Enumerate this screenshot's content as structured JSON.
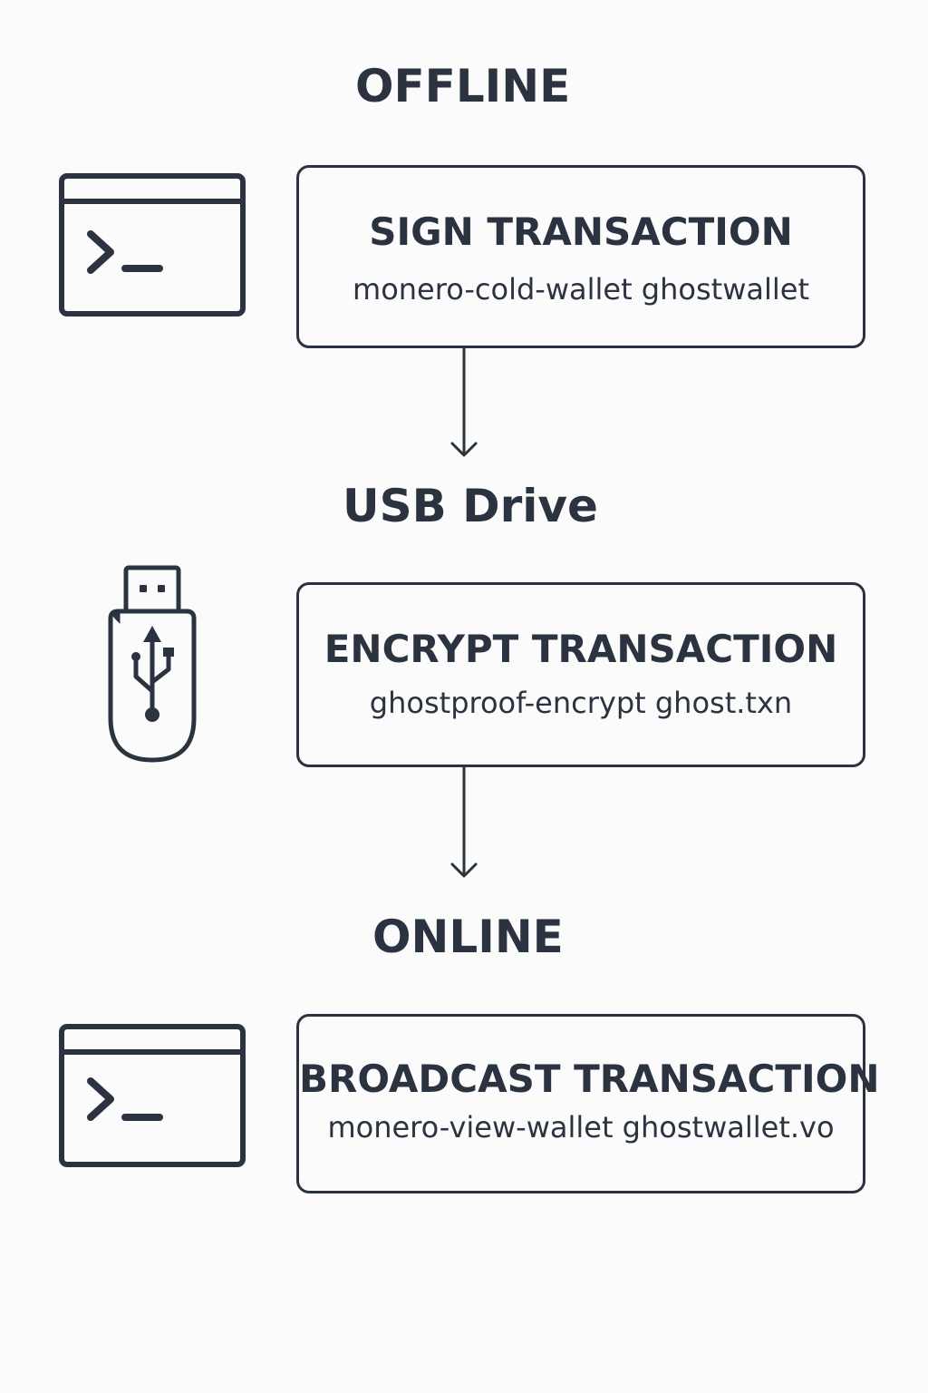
{
  "sections": [
    {
      "label": "OFFLINE",
      "icon": "terminal-icon",
      "step": {
        "title": "SIGN TRANSACTION",
        "command": "monero-cold-wallet ghostwallet"
      }
    },
    {
      "label": "USB Drive",
      "icon": "usb-drive-icon",
      "step": {
        "title": "ENCRYPT TRANSACTION",
        "command": "ghostproof-encrypt ghost.txn"
      }
    },
    {
      "label": "ONLINE",
      "icon": "terminal-icon",
      "step": {
        "title": "BROADCAST TRANSACTION",
        "command": "monero-view-wallet ghostwallet.vo"
      }
    }
  ],
  "colors": {
    "stroke": "#2b3340",
    "background": "#fbfbfb"
  }
}
